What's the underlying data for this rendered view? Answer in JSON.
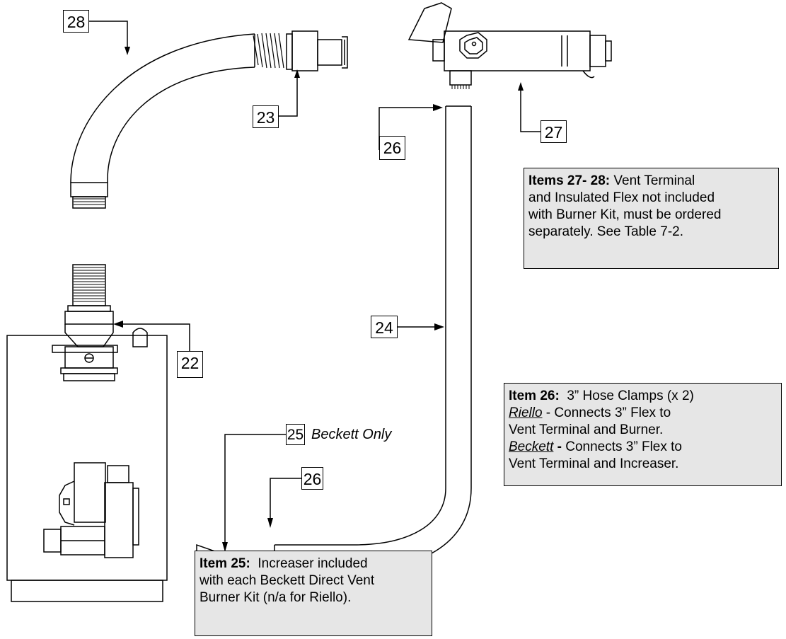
{
  "callouts": {
    "c28": "28",
    "c23": "23",
    "c26_top": "26",
    "c27": "27",
    "c24": "24",
    "c22": "22",
    "c25": "25",
    "c26_bottom": "26"
  },
  "beckett_only": "Beckett Only",
  "notes": {
    "items_27_28": {
      "label": "Items 27- 28:",
      "line1_rest": " Vent Terminal",
      "line2": "and Insulated Flex not included",
      "line3": "with Burner Kit, must be ordered",
      "line4": "separately. See Table 7-2."
    },
    "item_26": {
      "label": "Item 26:",
      "line1_rest": "  3” Hose Clamps (x 2)",
      "riello_word": "Riello",
      "riello_rest": " - Connects 3” Flex to",
      "line3": "Vent Terminal and Burner.",
      "beckett_word": "Beckett",
      "beckett_dash": " -",
      "beckett_rest": " Connects 3” Flex to",
      "line5": "Vent Terminal and Increaser."
    },
    "item_25": {
      "label": "Item 25:",
      "line1_rest": "  Increaser included",
      "line2": "with each Beckett Direct Vent",
      "line3": "Burner Kit (n/a for Riello)."
    }
  }
}
